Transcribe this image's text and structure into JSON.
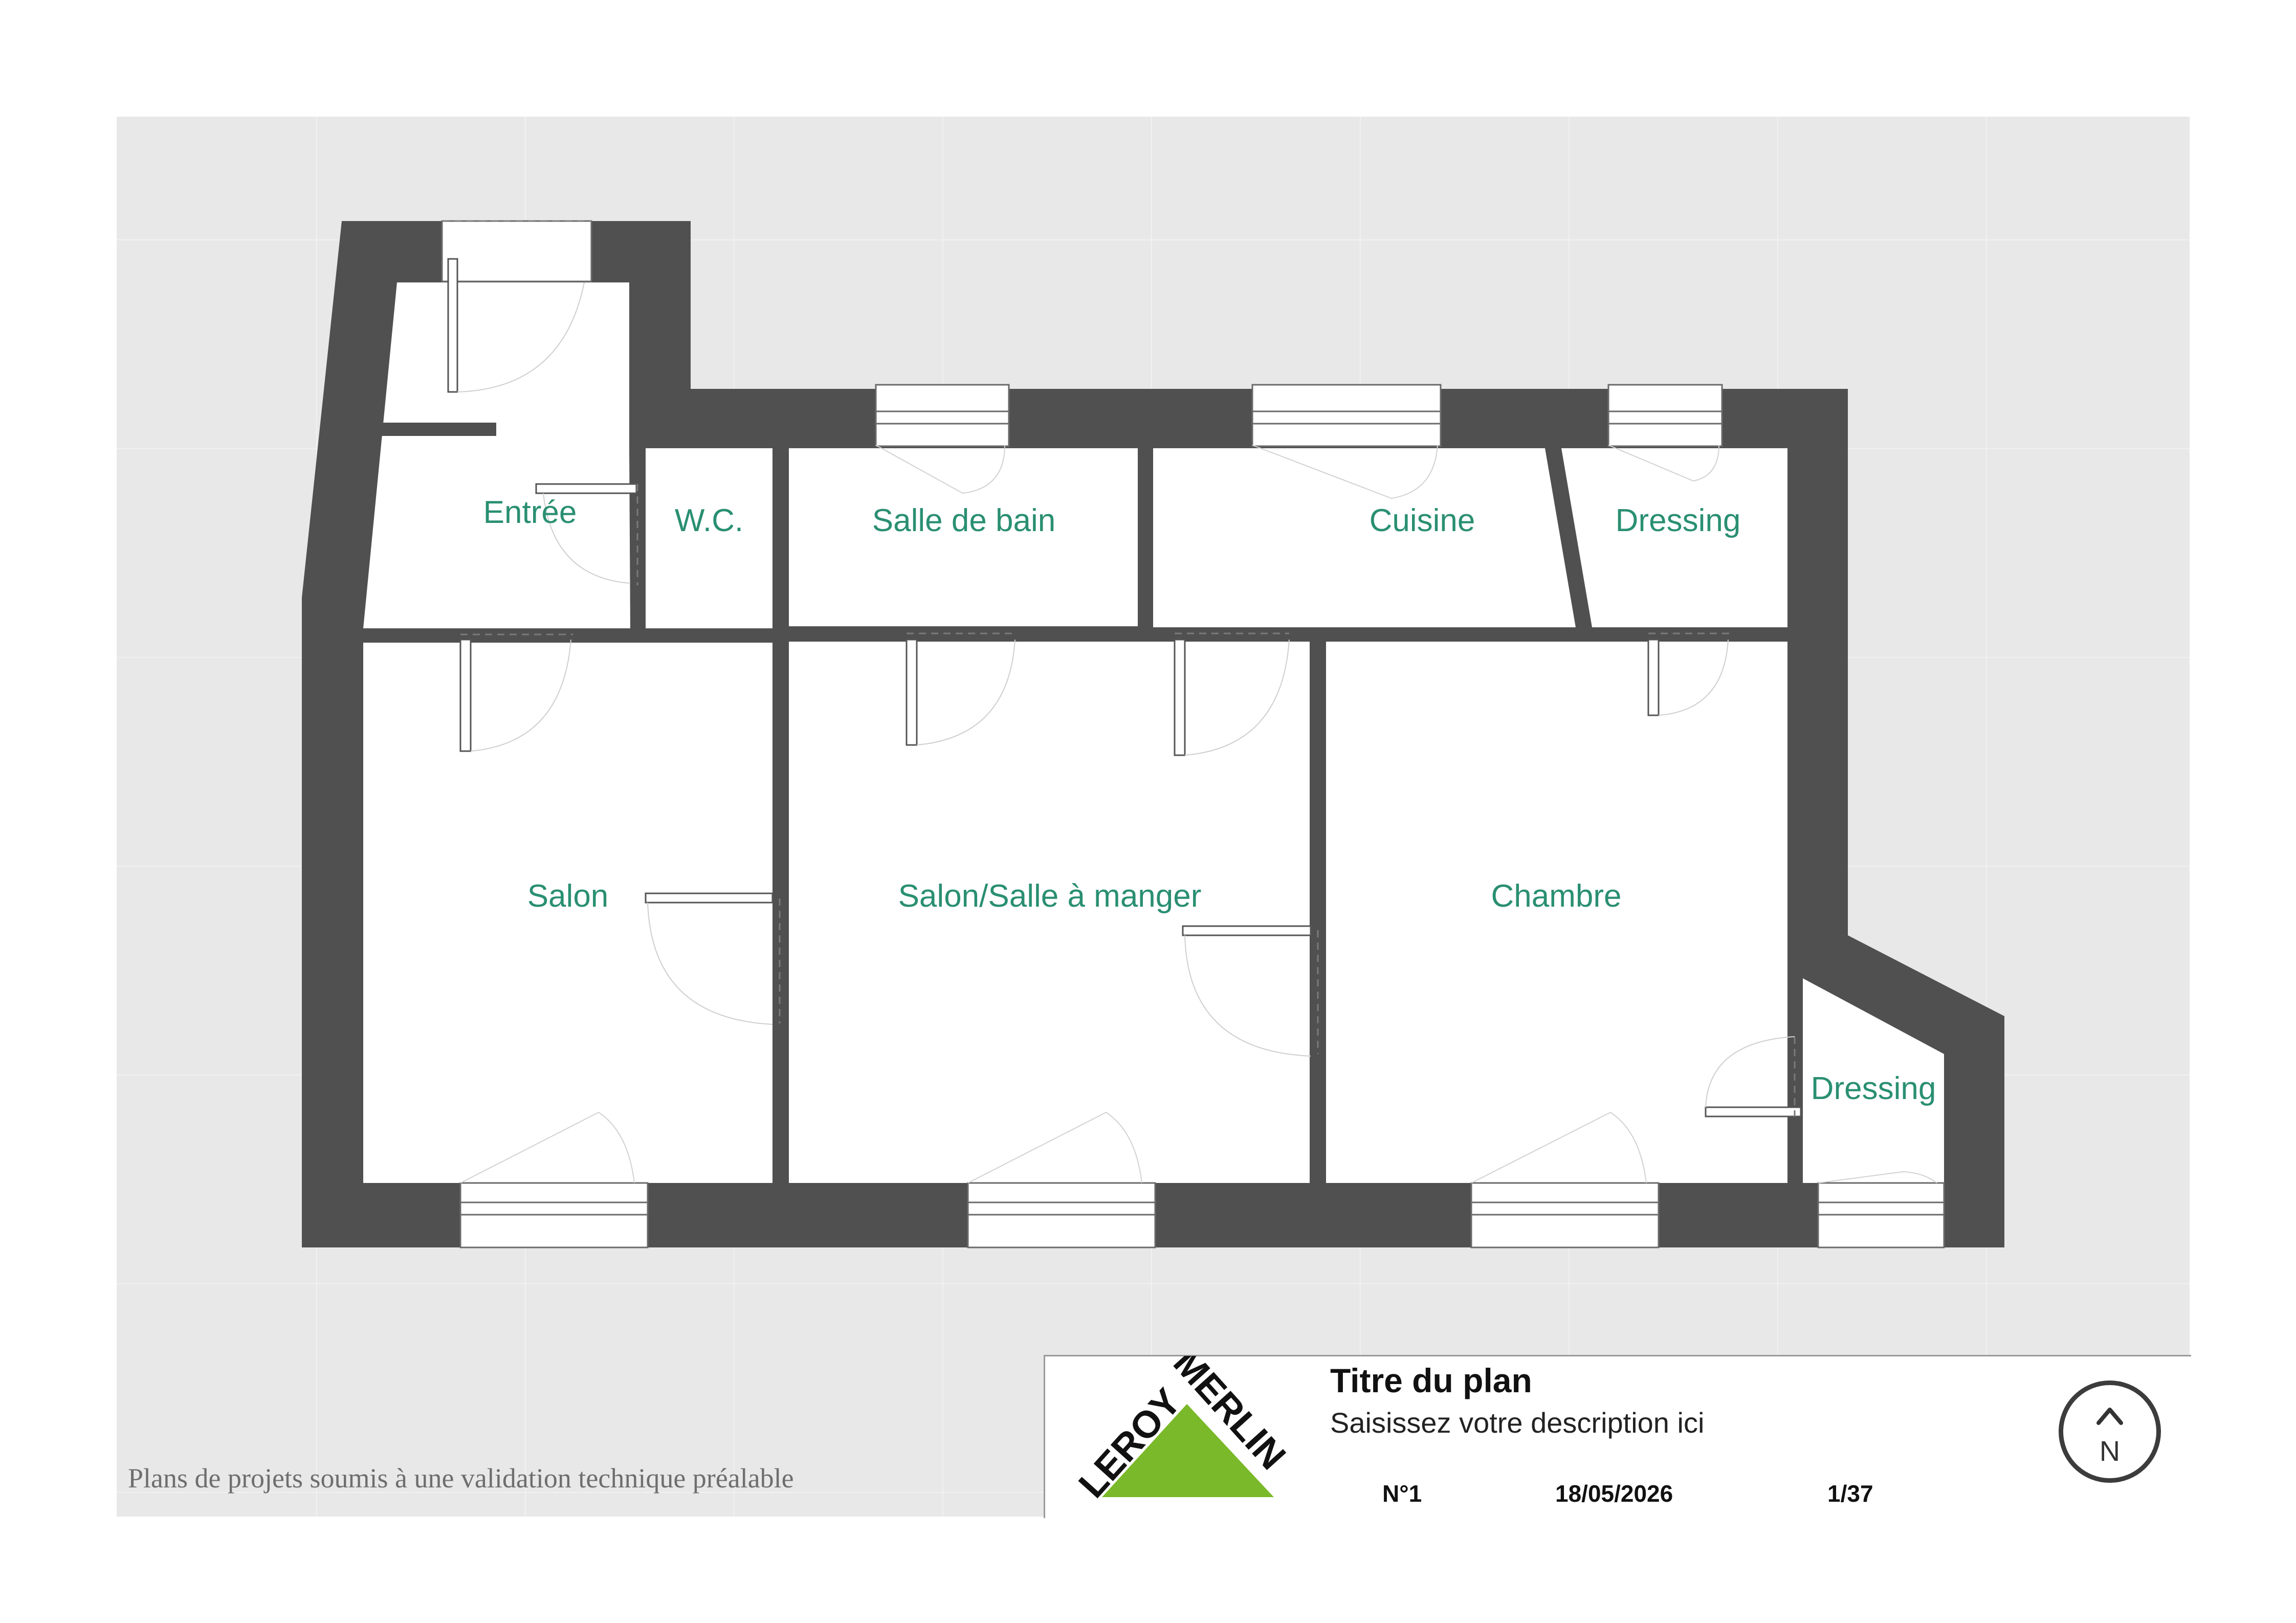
{
  "rooms": {
    "entree": "Entrée",
    "wc": "W.C.",
    "salle_de_bain": "Salle de bain",
    "cuisine": "Cuisine",
    "dressing_top": "Dressing",
    "salon": "Salon",
    "salon_salle_a_manger": "Salon/Salle à manger",
    "chambre": "Chambre",
    "dressing_right": "Dressing"
  },
  "cartouche": {
    "title": "Titre du plan",
    "description": "Saisissez votre description ici",
    "number": "N°1",
    "date": "18/05/2026",
    "page": "1/37"
  },
  "brand": {
    "name_left": "LEROY",
    "name_right": "MERLIN",
    "logo_color": "#7ab929"
  },
  "compass": {
    "letter": "N"
  },
  "disclaimer": "Plans de projets soumis à une validation technique préalable",
  "colors": {
    "background": "#e8e8e8",
    "wall": "#505050",
    "room_floor": "#ffffff",
    "label": "#2a8f72"
  }
}
